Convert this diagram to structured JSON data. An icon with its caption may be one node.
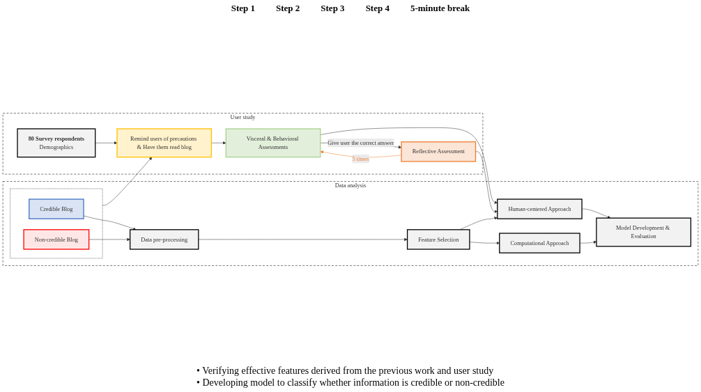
{
  "diagram": {
    "nodes": [
      {
        "text": [
          "User study"
        ]
      },
      {
        "text": [
          "80 Survey respondents",
          "Demographics"
        ],
        "in": 0
      },
      {
        "text": [
          "Remind users of precautions & Have them read blog"
        ],
        "in": 0
      },
      {
        "text": [
          "Visceral & Behavioral Assessments"
        ],
        "in": 0
      },
      {
        "text": [
          "Reflective Assessment"
        ],
        "in": 0
      },
      {
        "text": [
          "Data analysis"
        ]
      },
      {
        "text": [],
        "shape": "box",
        "in": 5
      },
      {
        "text": [
          "Credible Blog"
        ],
        "in": 6
      },
      {
        "text": [
          "Non-credible Blog"
        ],
        "in": 6
      },
      {
        "text": [
          "Data pre-processing"
        ],
        "in": 5
      },
      {
        "text": [
          "Feature Selection"
        ],
        "in": 5
      },
      {
        "text": [
          "Human-centered Approach"
        ],
        "in": 5
      },
      {
        "text": [
          "Computational Approach"
        ],
        "in": 5
      },
      {
        "text": [
          "Model Development & Evaluation"
        ],
        "in": 5
      }
    ],
    "edges": [
      {
        "from": 1,
        "to": 2,
        "arrow": "to"
      },
      {
        "from": 2,
        "to": 3,
        "arrow": "to"
      },
      {
        "from": 3,
        "to": 4,
        "arrow": "to",
        "label": "Give user the correct answer"
      },
      {
        "from": 4,
        "to": 3,
        "arrow": "to",
        "label": "5 times",
        "color": "#ed7d31"
      },
      {
        "from": 6,
        "to": 2,
        "arrow": "to"
      },
      {
        "from": 3,
        "to": 11,
        "arrow": "to"
      },
      {
        "from": 4,
        "to": 11,
        "arrow": "to"
      },
      {
        "from": 7,
        "to": 9,
        "arrow": "to"
      },
      {
        "from": 8,
        "to": 9,
        "arrow": "to"
      },
      {
        "from": 9,
        "to": 10,
        "arrow": "to"
      },
      {
        "from": 10,
        "to": 11,
        "arrow": "to"
      },
      {
        "from": 10,
        "to": 12,
        "arrow": "to"
      },
      {
        "from": 11,
        "to": 13,
        "arrow": "to"
      },
      {
        "from": 12,
        "to": 13,
        "arrow": "to"
      }
    ],
    "labels": [
      "Step 1",
      "Step 2",
      "Step 3",
      "Step 4",
      "5-minute break",
      "• Verifying effective features derived from the previous work and user study",
      "• Developing model to classify whether information is credible or non-credible"
    ]
  }
}
